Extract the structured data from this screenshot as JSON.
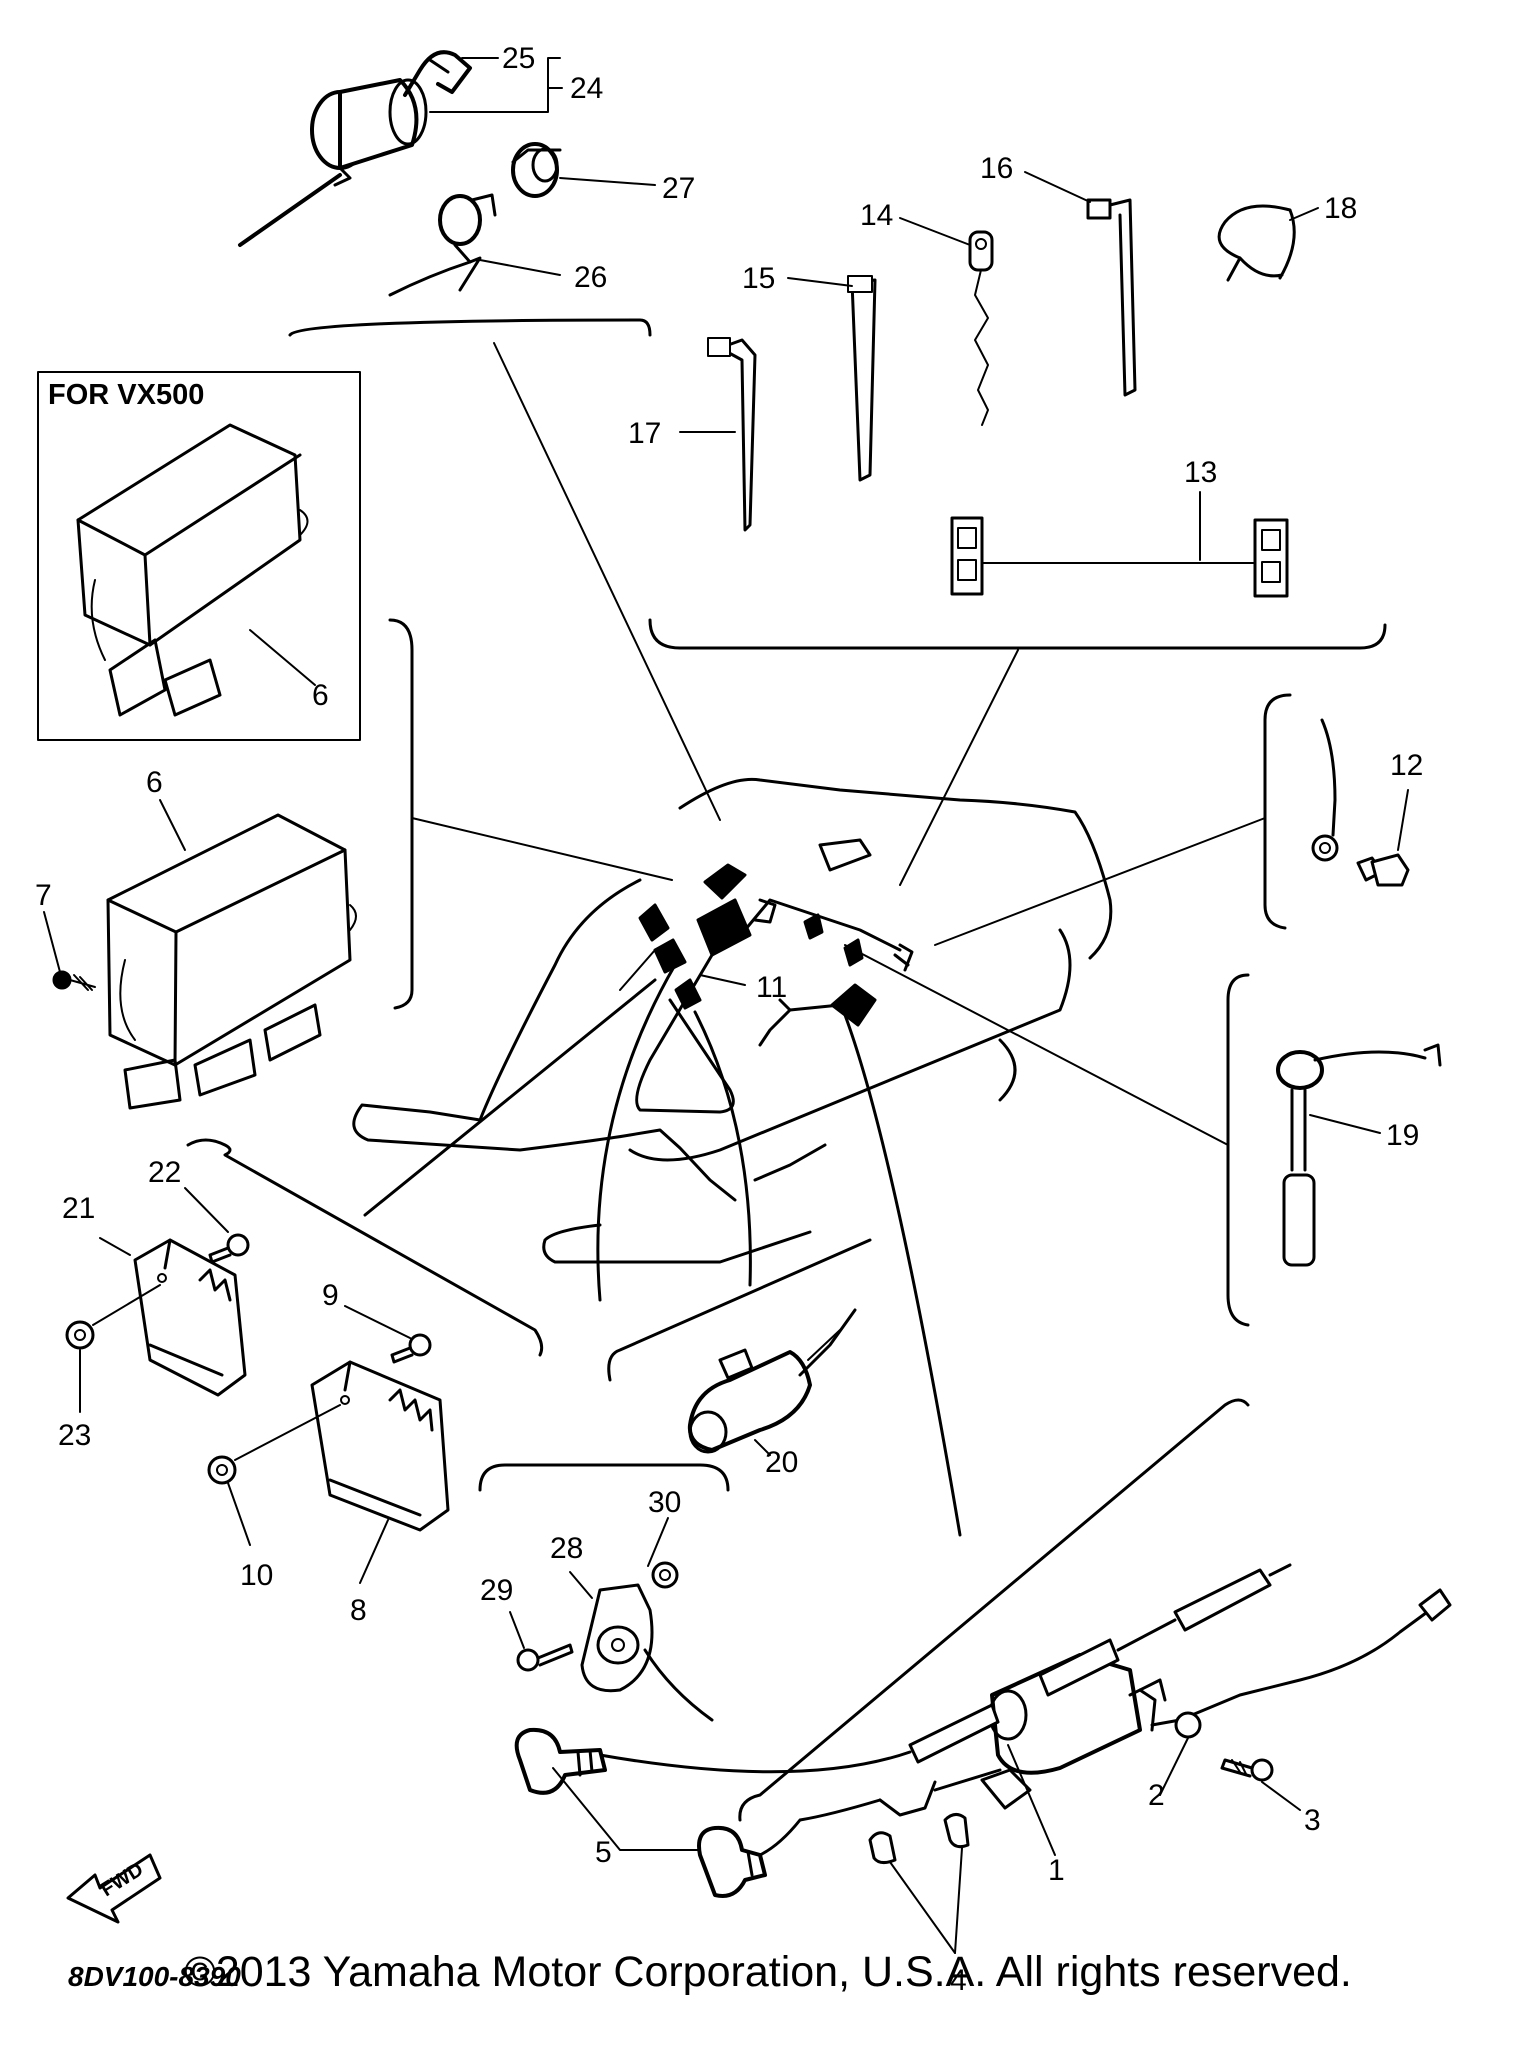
{
  "diagram": {
    "box_label": "FOR VX500",
    "part_code": "8DV100-8390",
    "fwd_label": "FWD",
    "callouts": {
      "c1": "1",
      "c2": "2",
      "c3": "3",
      "c4": "4",
      "c5": "5",
      "c6a": "6",
      "c6b": "6",
      "c7": "7",
      "c8": "8",
      "c9": "9",
      "c10": "10",
      "c11": "11",
      "c12": "12",
      "c13": "13",
      "c14": "14",
      "c15": "15",
      "c16": "16",
      "c17": "17",
      "c18": "18",
      "c19": "19",
      "c20": "20",
      "c21": "21",
      "c22": "22",
      "c23": "23",
      "c24": "24",
      "c25": "25",
      "c26": "26",
      "c27": "27",
      "c28": "28",
      "c29": "29",
      "c30": "30"
    }
  },
  "footer": {
    "copyright": "©2013 Yamaha Motor Corporation, U.S.A. All rights reserved."
  }
}
